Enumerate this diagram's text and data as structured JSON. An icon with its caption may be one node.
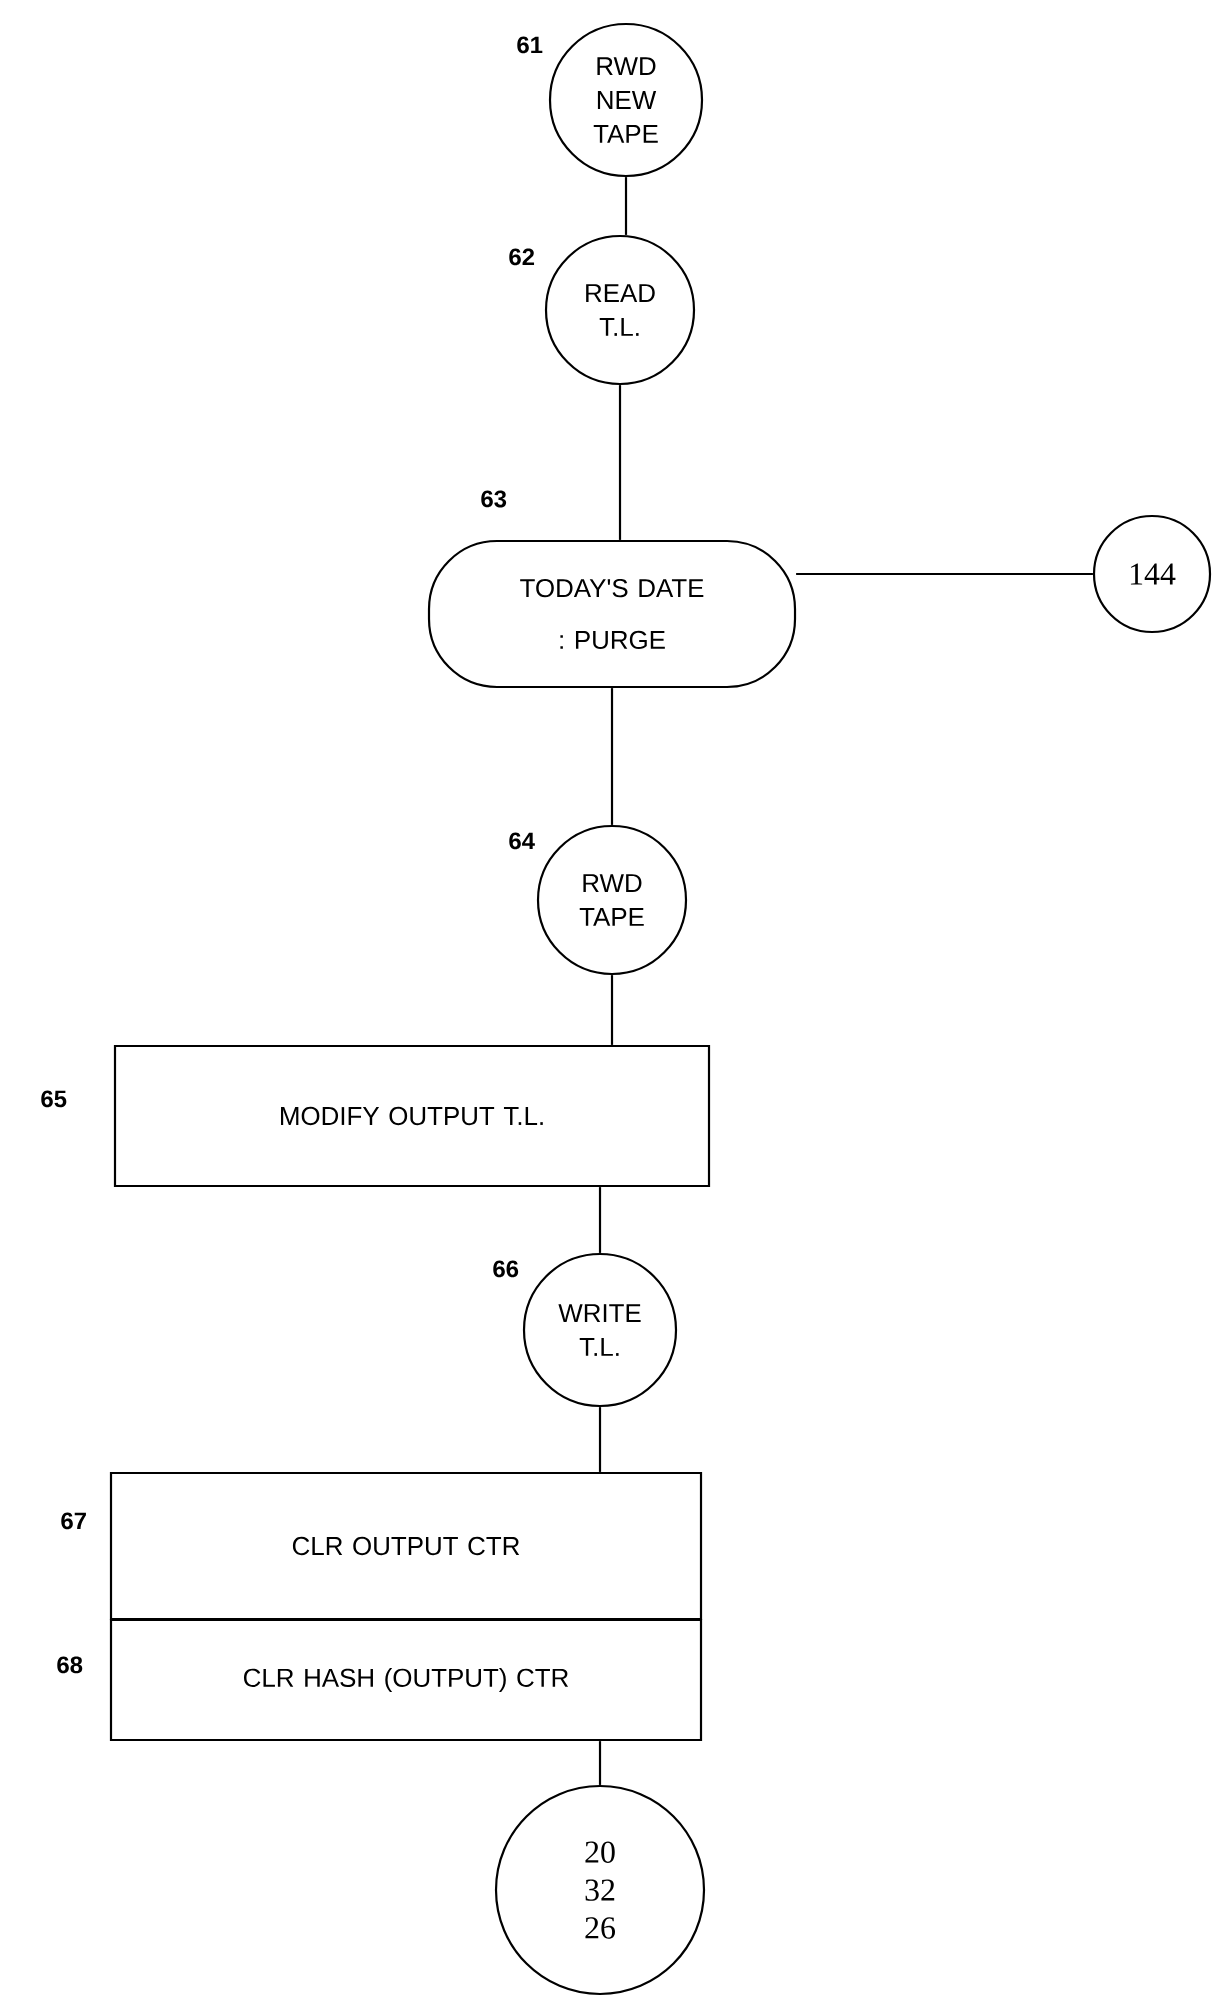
{
  "diagram": {
    "nodes": [
      {
        "text": [
          "RWD NEW TAPE"
        ],
        "beside": [
          "61"
        ]
      },
      {
        "text": [
          "READ T.L."
        ],
        "beside": [
          "62"
        ]
      },
      {
        "text": [
          "TODAY'S DATE : PURGE"
        ],
        "beside": [
          "63"
        ]
      },
      {
        "text": [
          "144"
        ]
      },
      {
        "text": [
          "RWD TAPE"
        ],
        "beside": [
          "64"
        ]
      },
      {
        "text": [
          "MODIFY OUTPUT T.L."
        ],
        "beside": [
          "65"
        ]
      },
      {
        "text": [
          "WRITE T.L."
        ],
        "beside": [
          "66"
        ]
      },
      {
        "text": [
          "CLR OUTPUT CTR"
        ],
        "beside": [
          "67"
        ]
      },
      {
        "text": [
          "CLR HASH (OUTPUT) CTR"
        ],
        "beside": [
          "68"
        ]
      },
      {
        "text": [
          "20 32 26"
        ]
      }
    ],
    "edges": [
      {
        "from": 0,
        "to": 1,
        "arrow": "none"
      },
      {
        "from": 1,
        "to": 2,
        "arrow": "none"
      },
      {
        "from": 2,
        "to": 3,
        "arrow": "none"
      },
      {
        "from": 2,
        "to": 4,
        "arrow": "none"
      },
      {
        "from": 4,
        "to": 5,
        "arrow": "none"
      },
      {
        "from": 5,
        "to": 6,
        "arrow": "none"
      },
      {
        "from": 6,
        "to": 7,
        "arrow": "none"
      },
      {
        "from": 8,
        "to": 9,
        "arrow": "none"
      }
    ]
  }
}
